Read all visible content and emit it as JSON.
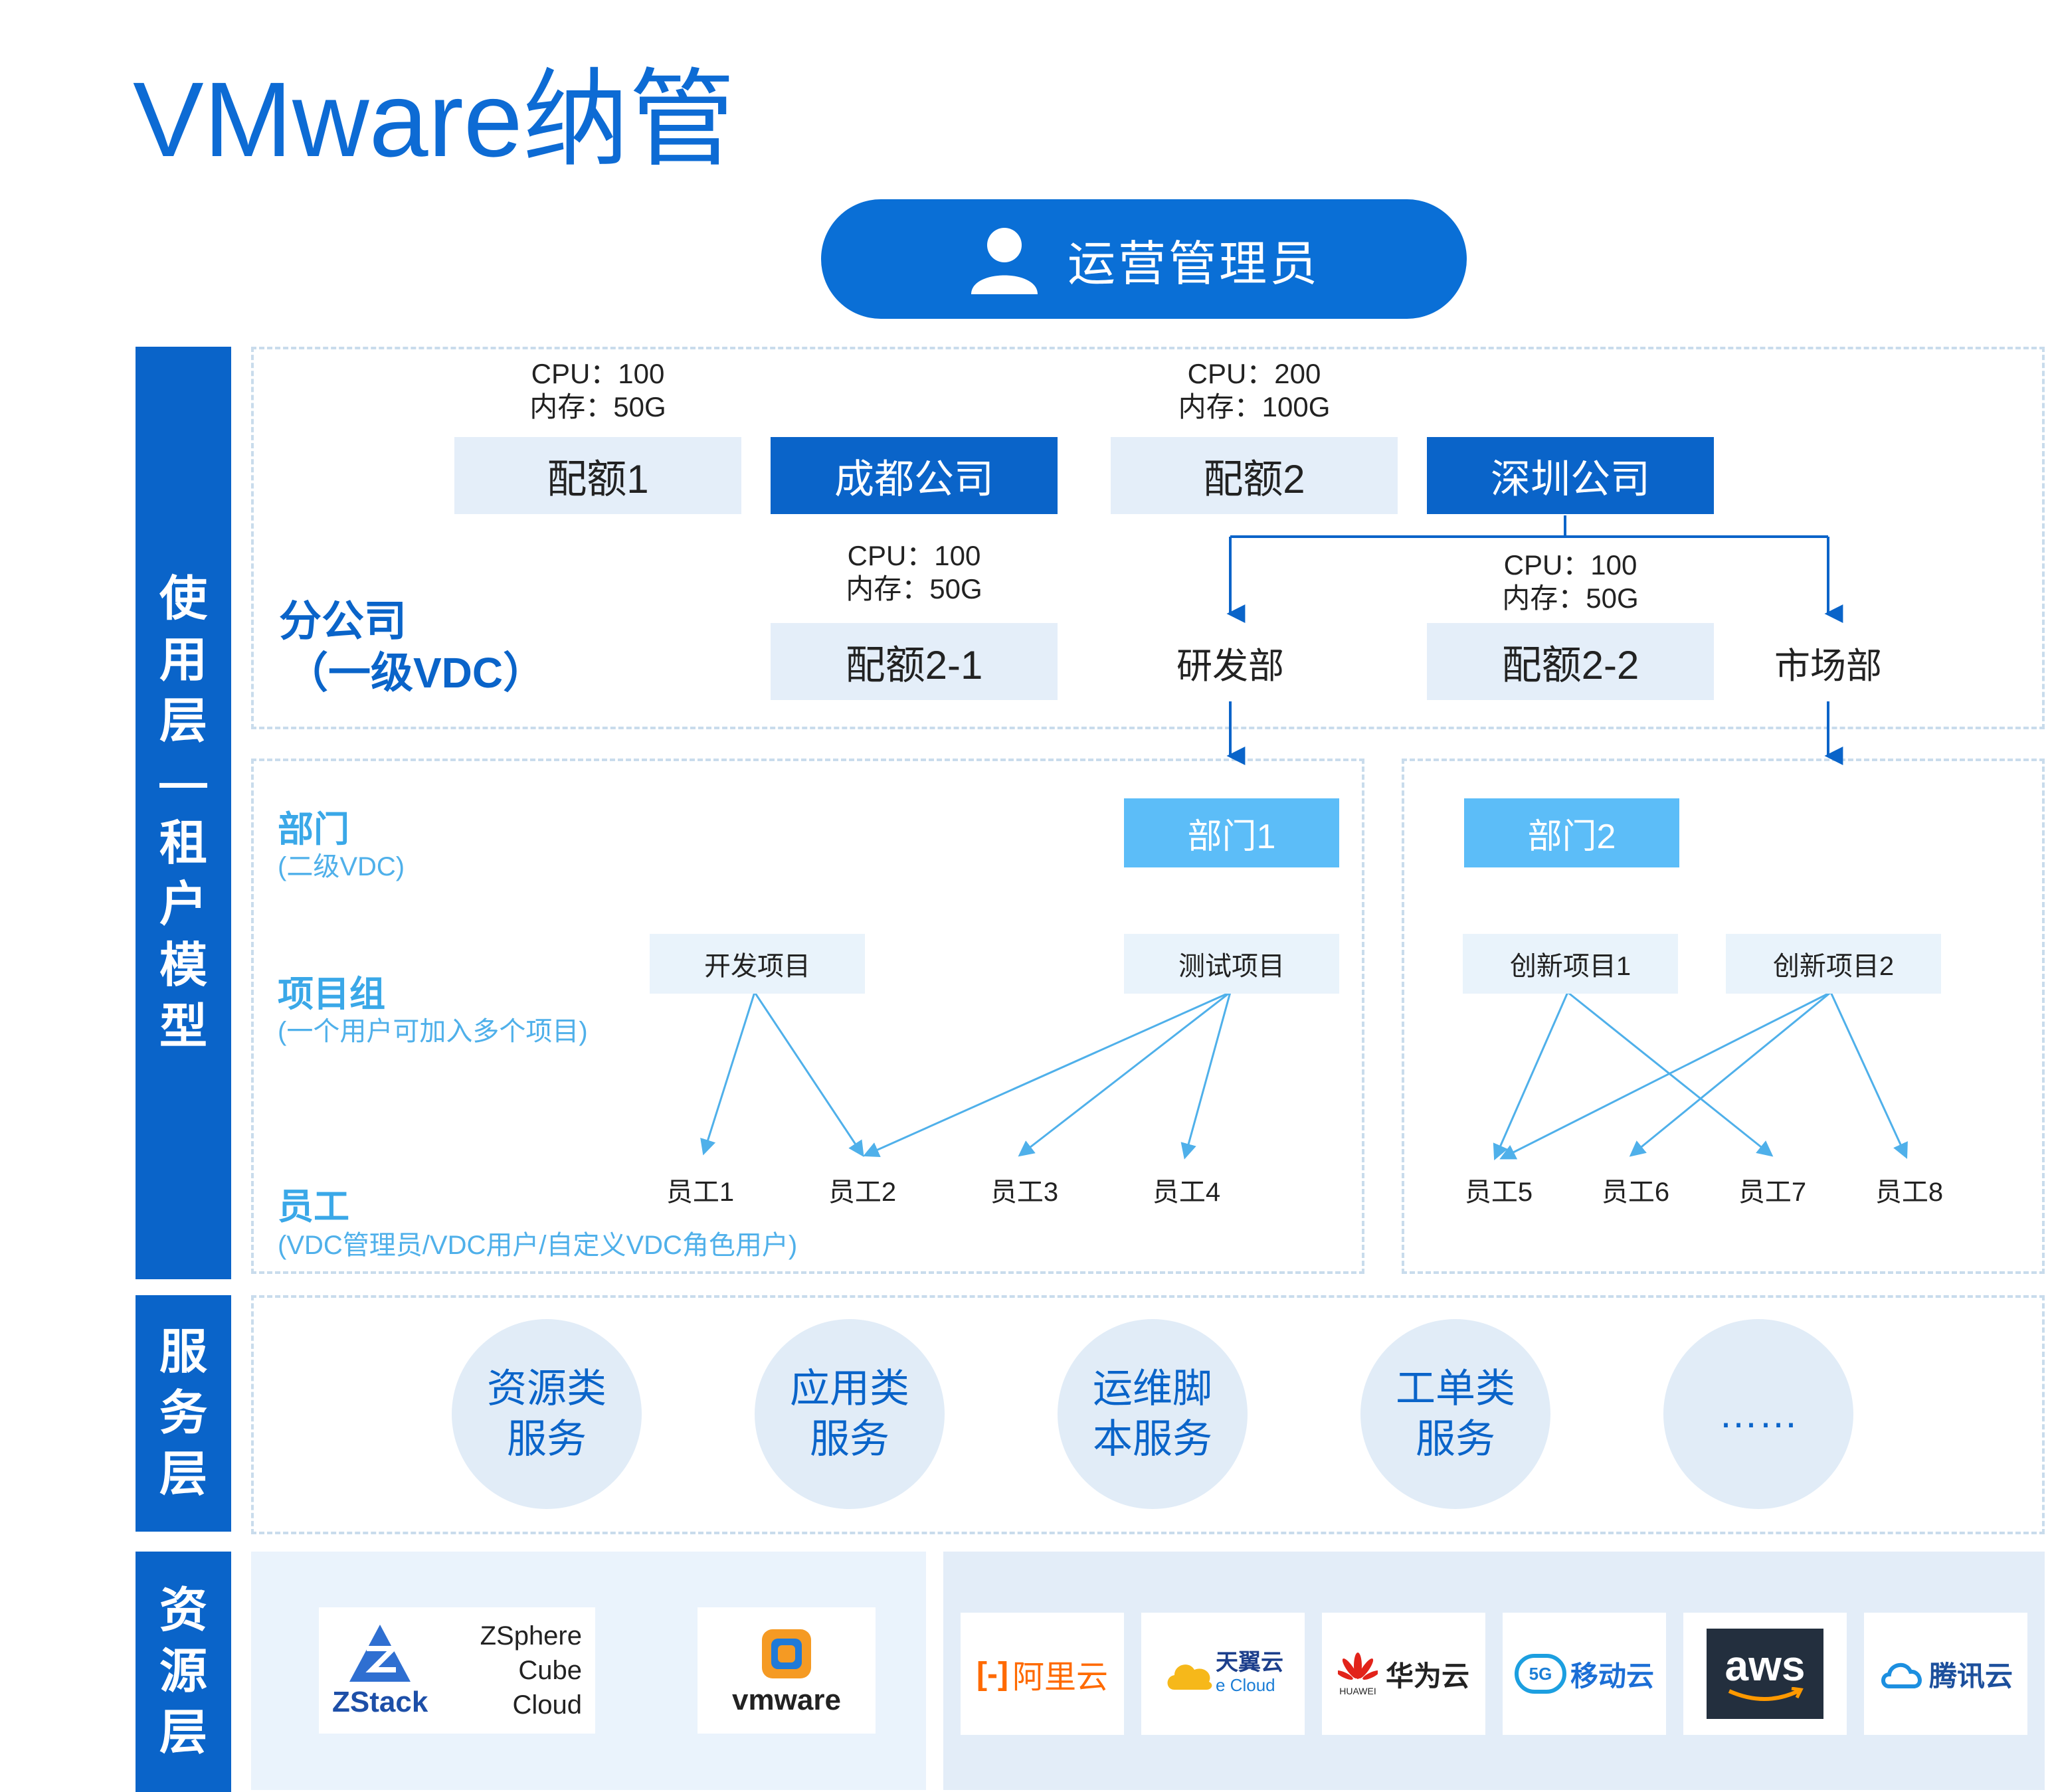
{
  "title": "VMware纳管",
  "admin": {
    "label": "运营管理员"
  },
  "layers": {
    "usage": "使用层—租户模型",
    "service": "服务层",
    "resource": "资源层"
  },
  "quotas": {
    "q1": {
      "name": "配额1",
      "cpu": "CPU：100",
      "mem": "内存：50G"
    },
    "q2": {
      "name": "配额2",
      "cpu": "CPU：200",
      "mem": "内存：100G"
    },
    "q21": {
      "name": "配额2-1",
      "cpu": "CPU：100",
      "mem": "内存：50G"
    },
    "q22": {
      "name": "配额2-2",
      "cpu": "CPU：100",
      "mem": "内存：50G"
    }
  },
  "companies": {
    "chengdu": "成都公司",
    "shenzhen": "深圳公司"
  },
  "branch": {
    "main": "分公司",
    "sub": "（一级VDC）"
  },
  "dept_labels": {
    "rd": "研发部",
    "market": "市场部"
  },
  "dept_section": {
    "main": "部门",
    "sub": "(二级VDC)"
  },
  "project_section": {
    "main": "项目组",
    "sub": "(一个用户可加入多个项目)"
  },
  "employee_section": {
    "main": "员工",
    "sub": "(VDC管理员/VDC用户/自定义VDC角色用户)"
  },
  "departments": {
    "d1": "部门1",
    "d2": "部门2"
  },
  "projects": {
    "dev": "开发项目",
    "test": "测试项目",
    "inno1": "创新项目1",
    "inno2": "创新项目2"
  },
  "employees": [
    "员工1",
    "员工2",
    "员工3",
    "员工4",
    "员工5",
    "员工6",
    "员工7",
    "员工8"
  ],
  "services": [
    {
      "line1": "资源类",
      "line2": "服务"
    },
    {
      "line1": "应用类",
      "line2": "服务"
    },
    {
      "line1": "运维脚",
      "line2": "本服务"
    },
    {
      "line1": "工单类",
      "line2": "服务"
    },
    {
      "line1": "……",
      "line2": ""
    }
  ],
  "resources": {
    "zstack": {
      "logo": "ZStack",
      "line1": "ZSphere",
      "line2": "Cube",
      "line3": "Cloud"
    },
    "vmware": "vmware",
    "clouds": {
      "aliyun": "阿里云",
      "tianyi": "天翼云",
      "tianyi_sub": "e Cloud",
      "huawei": "华为云",
      "huawei_sub": "HUAWEI",
      "mobile": "移动云",
      "mobile_badge": "5G",
      "aws": "aws",
      "tencent": "腾讯云"
    }
  },
  "colors": {
    "primary": "#0a64c9",
    "light_blue": "#5cbdf8",
    "quota_bg": "#e4eef9",
    "arrow_blue": "#4fb0ea"
  }
}
